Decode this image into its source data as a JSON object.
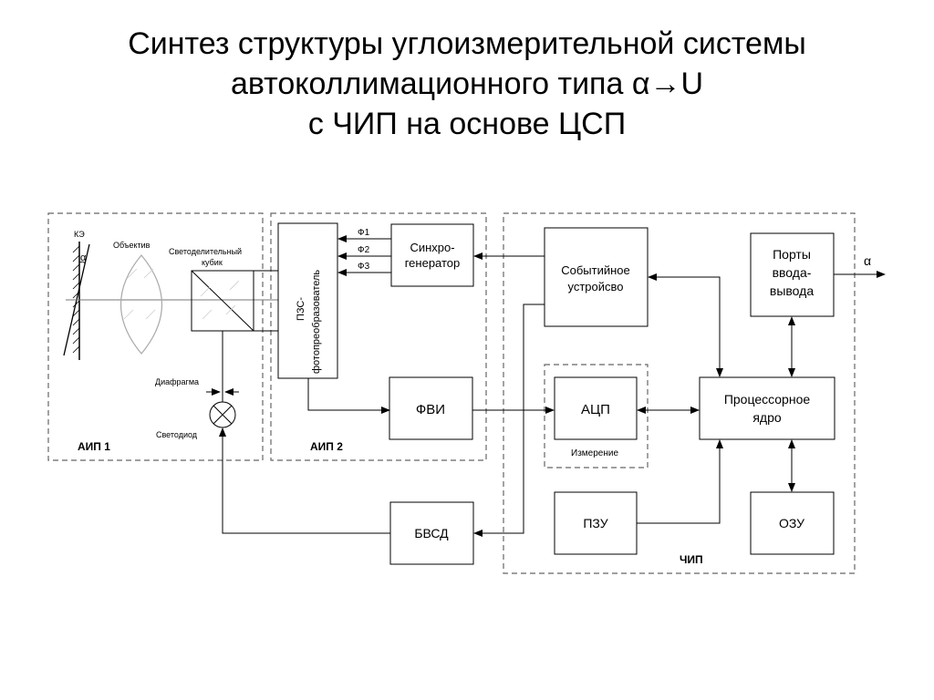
{
  "title": {
    "line1": "Синтез структуры углоизмерительной системы",
    "line2": "автоколлимационного типа α→U",
    "line3": "с ЧИП на основе ЦСП"
  },
  "labels": {
    "ke": "КЭ",
    "alpha_mirror": "α",
    "objective": "Объектив",
    "splitter_line1": "Светоделительный",
    "splitter_line2": "кубик",
    "diaphragm": "Диафрагма",
    "led": "Светодиод",
    "aip1": "АИП 1",
    "aip2": "АИП 2",
    "chip": "ЧИП",
    "f1": "Ф1",
    "f2": "Ф2",
    "f3": "Ф3",
    "measurement": "Измерение",
    "alpha_out": "α"
  },
  "blocks": {
    "ccd_line1": "ПЗС-",
    "ccd_line2": "фотопреобразователь",
    "sync_line1": "Синхро-",
    "sync_line2": "генератор",
    "event_line1": "Событийное",
    "event_line2": "устройсво",
    "ports_line1": "Порты",
    "ports_line2": "ввода-",
    "ports_line3": "вывода",
    "fvi": "ФВИ",
    "adc": "АЦП",
    "core_line1": "Процессорное",
    "core_line2": "ядро",
    "rom": "ПЗУ",
    "ram": "ОЗУ",
    "bvsd": "БВСД"
  },
  "colors": {
    "line": "#000000",
    "dashed": "#555555",
    "optics": "#999999",
    "background": "#ffffff"
  }
}
